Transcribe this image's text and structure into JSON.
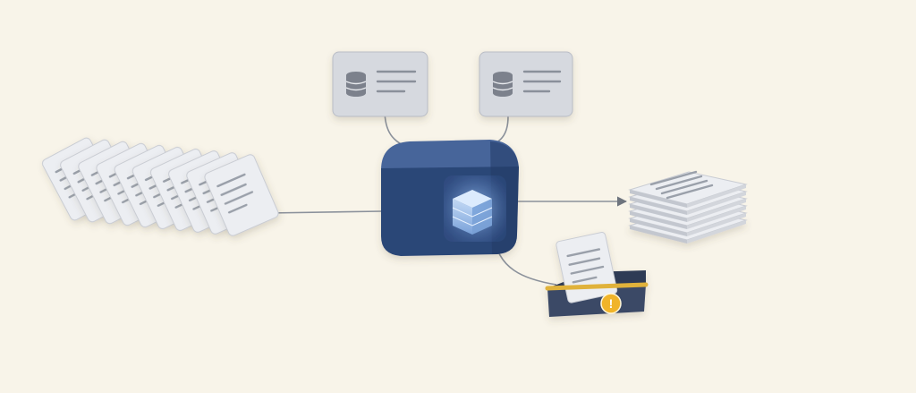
{
  "diagram": {
    "nodes": [
      {
        "id": "input-documents",
        "icon": "document-stack-icon",
        "count": 10
      },
      {
        "id": "database-server-left",
        "icon": "database-icon"
      },
      {
        "id": "database-server-right",
        "icon": "database-icon"
      },
      {
        "id": "processing-engine",
        "icon": "cube-core-icon"
      },
      {
        "id": "processed-output-stack",
        "icon": "stacked-pages-icon",
        "count": 6
      },
      {
        "id": "exception-tray",
        "icon": "document-tray-icon"
      }
    ],
    "edges": [
      {
        "from": "input-documents",
        "to": "processing-engine",
        "arrow": false
      },
      {
        "from": "database-server-left",
        "to": "processing-engine",
        "arrow": false
      },
      {
        "from": "database-server-right",
        "to": "processing-engine",
        "arrow": false
      },
      {
        "from": "processing-engine",
        "to": "processed-output-stack",
        "arrow": true
      },
      {
        "from": "processing-engine",
        "to": "exception-tray",
        "arrow": false
      }
    ],
    "warning_glyph": "!"
  },
  "colors": {
    "background": "#f8f4e9",
    "paper": "#eceef2",
    "paper_edge": "#c9ccd3",
    "paper_line": "#9aa0aa",
    "server_face": "#d6d9df",
    "db_icon": "#7b818c",
    "connector": "#8b919b",
    "cube_front": "#2c4677",
    "cube_top": "#47659a",
    "cube_side": "#223a66",
    "core_glow": "#a8c8f0",
    "tray_body": "#3b4a66",
    "tray_rim": "#e0b23a",
    "warning": "#f0b429"
  }
}
